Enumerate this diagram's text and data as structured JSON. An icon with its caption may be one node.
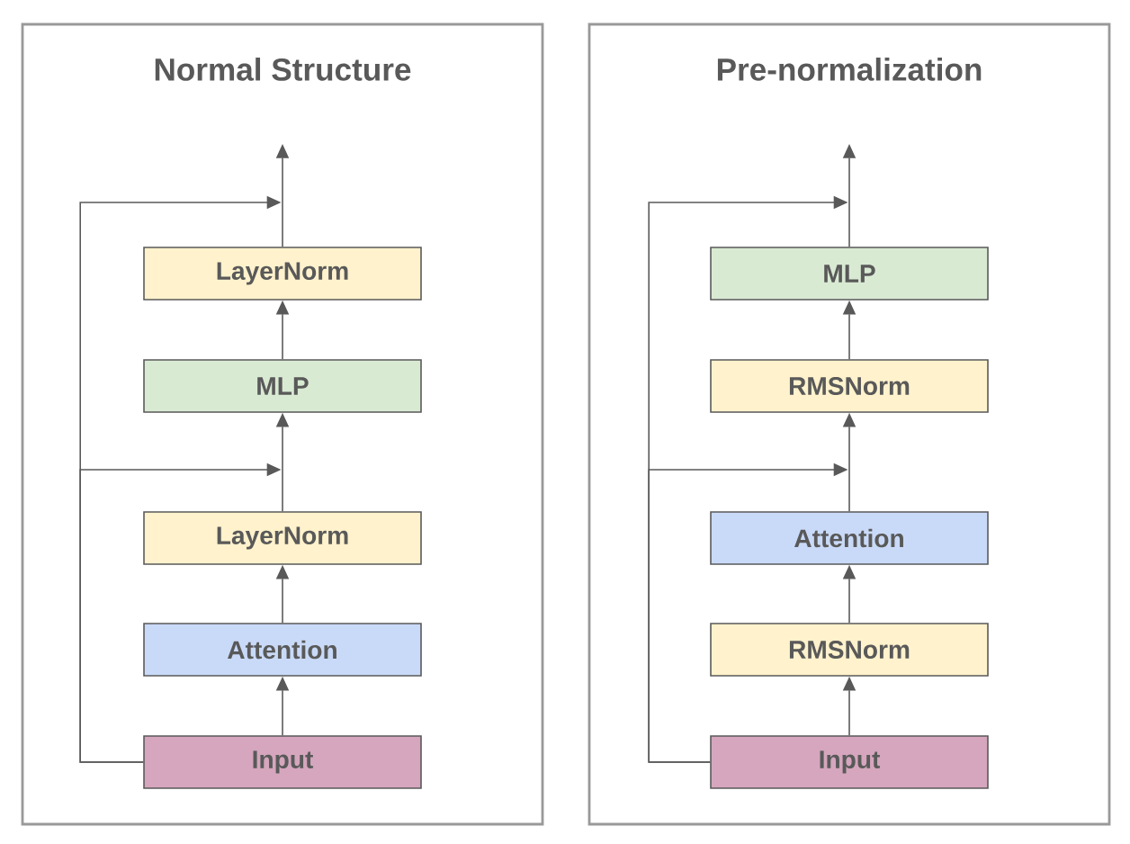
{
  "diagram": {
    "nodes": [
      {
        "text": [
          "Normal Structure"
        ]
      },
      {
        "text": [
          "Input"
        ],
        "in": 0
      },
      {
        "text": [
          "Attention"
        ],
        "in": 0
      },
      {
        "text": [
          "LayerNorm"
        ],
        "in": 0
      },
      {
        "text": [
          "MLP"
        ],
        "in": 0
      },
      {
        "text": [
          "LayerNorm"
        ],
        "in": 0
      },
      {
        "text": [
          "Pre-normalization"
        ]
      },
      {
        "text": [
          "Input"
        ],
        "in": 6
      },
      {
        "text": [
          "RMSNorm"
        ],
        "in": 6
      },
      {
        "text": [
          "Attention"
        ],
        "in": 6
      },
      {
        "text": [
          "RMSNorm"
        ],
        "in": 6
      },
      {
        "text": [
          "MLP"
        ],
        "in": 6
      }
    ],
    "edges": [
      {
        "from": 1,
        "to": 2,
        "arrow": "to"
      },
      {
        "from": 2,
        "to": 3,
        "arrow": "to"
      },
      {
        "from": 3,
        "to": 4,
        "arrow": "to"
      },
      {
        "from": 4,
        "to": 5,
        "arrow": "to"
      },
      {
        "from": 5,
        "to": null,
        "arrow": "to"
      },
      {
        "from": 1,
        "to": null,
        "arrow": "to"
      },
      {
        "from": 1,
        "to": null,
        "arrow": "to"
      },
      {
        "from": 7,
        "to": 8,
        "arrow": "to"
      },
      {
        "from": 8,
        "to": 9,
        "arrow": "to"
      },
      {
        "from": 9,
        "to": 10,
        "arrow": "to"
      },
      {
        "from": 10,
        "to": 11,
        "arrow": "to"
      },
      {
        "from": 11,
        "to": null,
        "arrow": "to"
      },
      {
        "from": 7,
        "to": null,
        "arrow": "to"
      },
      {
        "from": 7,
        "to": null,
        "arrow": "to"
      }
    ]
  }
}
